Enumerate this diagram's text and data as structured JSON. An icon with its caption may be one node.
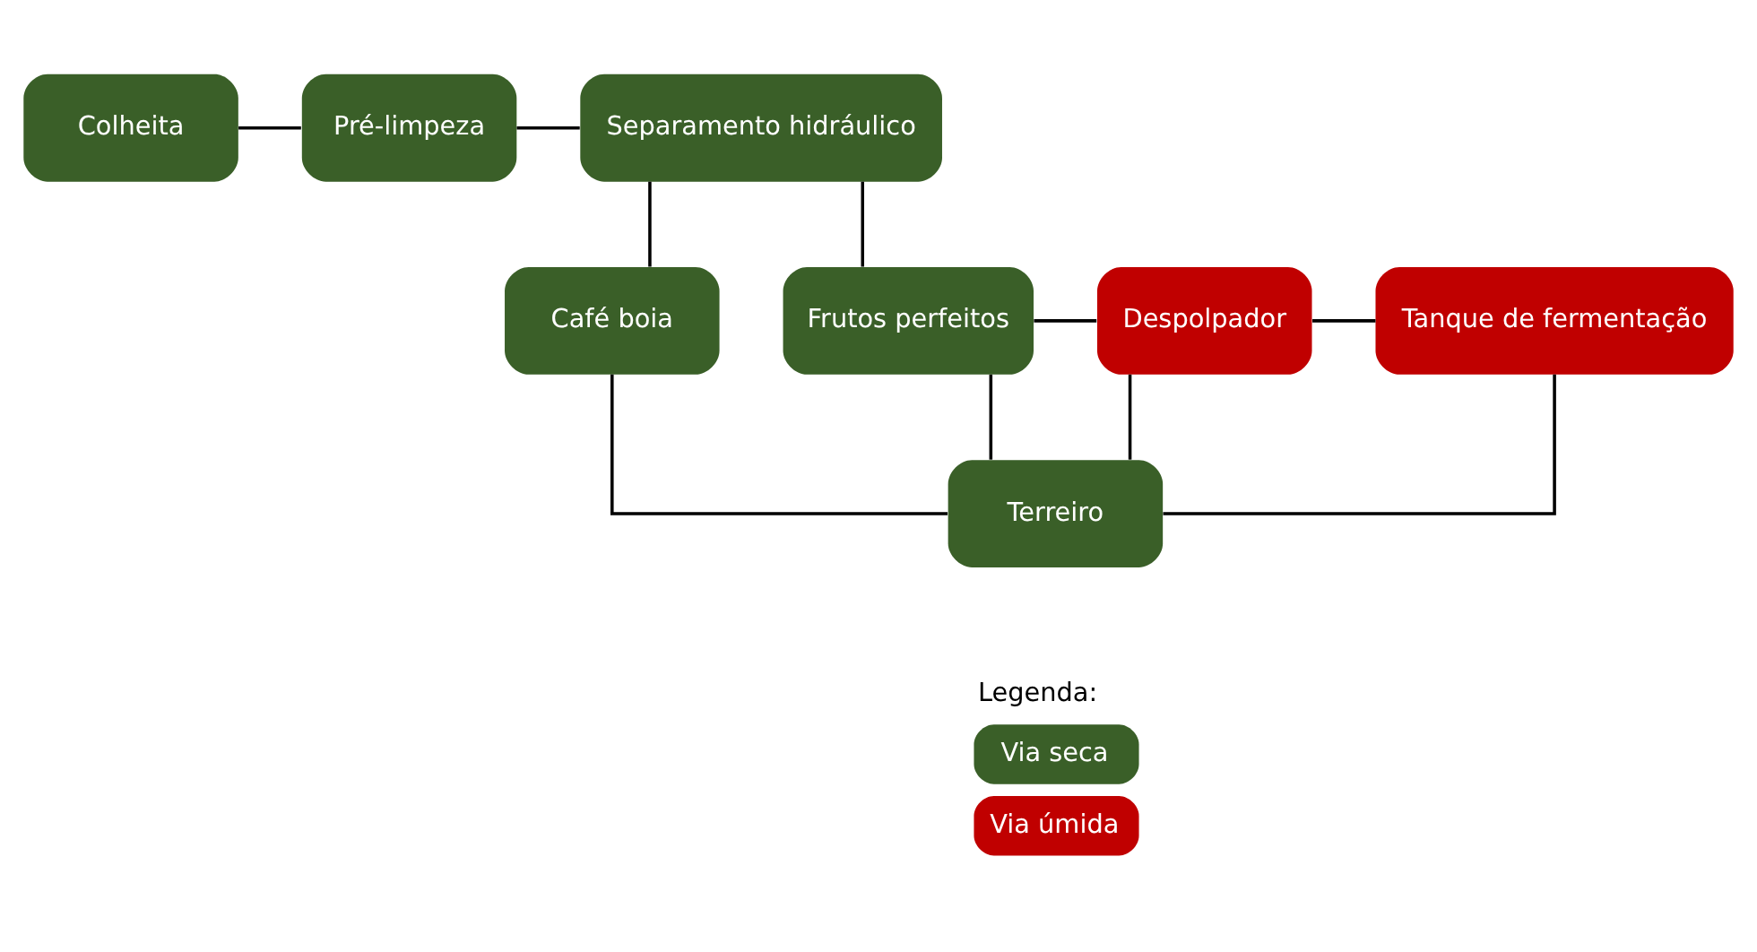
{
  "diagram": {
    "nodes": [
      {
        "text": [
          "Colheita"
        ]
      },
      {
        "text": [
          "Pré-limpeza"
        ]
      },
      {
        "text": [
          "Separamento hidráulico"
        ]
      },
      {
        "text": [
          "Café boia"
        ]
      },
      {
        "text": [
          "Frutos perfeitos"
        ]
      },
      {
        "text": [
          "Despolpador"
        ]
      },
      {
        "text": [
          "Tanque de fermentação"
        ]
      },
      {
        "text": [
          "Terreiro"
        ]
      }
    ],
    "edges": [
      {
        "from": 0,
        "to": 1,
        "arrow": "none"
      },
      {
        "from": 1,
        "to": 2,
        "arrow": "none"
      },
      {
        "from": 2,
        "to": 3,
        "arrow": "none"
      },
      {
        "from": 2,
        "to": 4,
        "arrow": "none"
      },
      {
        "from": 4,
        "to": 5,
        "arrow": "none"
      },
      {
        "from": 5,
        "to": 6,
        "arrow": "none"
      },
      {
        "from": 3,
        "to": 7,
        "arrow": "none"
      },
      {
        "from": 4,
        "to": 7,
        "arrow": "none"
      },
      {
        "from": 5,
        "to": 7,
        "arrow": "none"
      },
      {
        "from": 6,
        "to": 7,
        "arrow": "none"
      }
    ],
    "labels": [
      "Legenda:"
    ],
    "legend": [
      {
        "text": "Via seca",
        "color": "#3a5f28"
      },
      {
        "text": "Via úmida",
        "color": "#c00000"
      }
    ]
  }
}
